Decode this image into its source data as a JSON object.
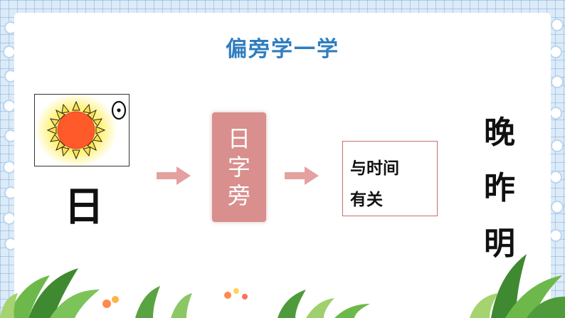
{
  "title": "偏旁学一学",
  "picture": {
    "oracle_glyph": "☉",
    "character": "日"
  },
  "radical": [
    "日",
    "字",
    "旁"
  ],
  "meaning": {
    "line1": "与时间",
    "line2": "有关"
  },
  "examples": [
    "晚",
    "昨",
    "明"
  ],
  "colors": {
    "title": "#2f7ec0",
    "radical_bg": "#d88f8d",
    "arrow": "#e4a19f",
    "meaning_border": "#c56e6e"
  }
}
